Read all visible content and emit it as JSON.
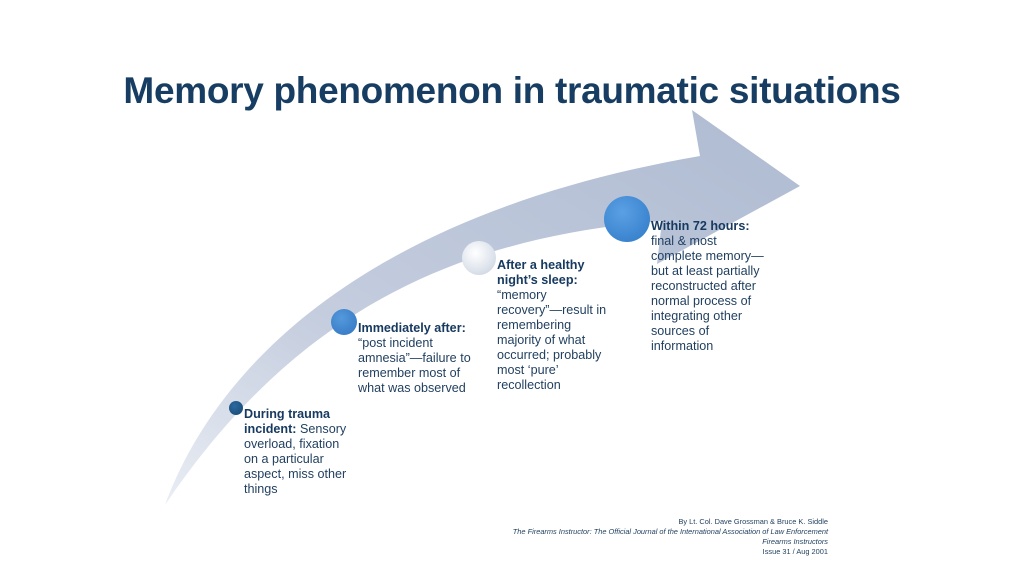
{
  "slide": {
    "title": "Memory phenomenon in traumatic situations"
  },
  "steps": [
    {
      "heading": "During trauma incident:",
      "text": " Sensory overload, fixation on a particular aspect, miss other things"
    },
    {
      "heading": "Immediately after:",
      "text": " “post incident amnesia”—failure to remember most of what was observed"
    },
    {
      "heading": "After a healthy night’s sleep:",
      "text": " “memory recovery”—result in remembering majority of what occurred; probably most ‘pure’ recollection"
    },
    {
      "heading": "Within 72 hours:",
      "text": " final & most complete memory—but at least partially reconstructed after normal process of integrating other sources of information"
    }
  ],
  "citation": {
    "authors": "By Lt. Col. Dave Grossman & Bruce K. Siddle",
    "journal": "The Firearms Instructor: The Official Journal of the International Association of Law Enforcement Firearms Instructors",
    "issue": "Issue 31 / Aug 2001"
  },
  "colors": {
    "title": "#173e62",
    "arrow": "#b4c0d6",
    "text": "#1f3e5e"
  }
}
